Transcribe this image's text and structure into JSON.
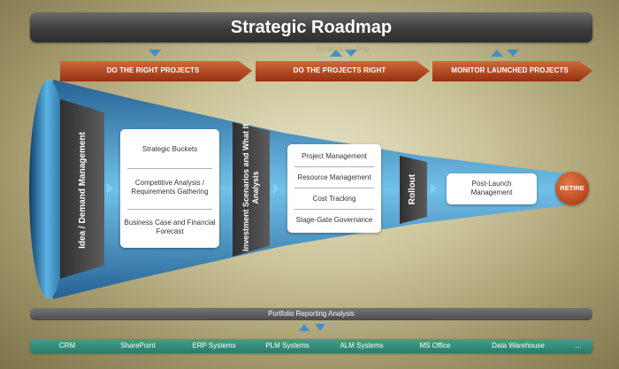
{
  "title": "Strategic Roadmap",
  "watermark": "Rectangular Snip",
  "phases": [
    "DO THE RIGHT PROJECTS",
    "DO THE  PROJECTS RIGHT",
    "MONITOR LAUNCHED PROJECTS"
  ],
  "stages": {
    "idea": "Idea / Demand Management",
    "investment": "Investment Scenarios and What If Analysis",
    "rollout": "Rollout"
  },
  "card1": [
    "Strategic Buckets",
    "Competitive Analysis / Requirements Gathering",
    "Business Case and Financial Forecast"
  ],
  "card2": [
    "Project Management",
    "Resource Management",
    "Cost Tracking",
    "Stage-Gate Governance"
  ],
  "card3": "Post-Launch Management",
  "retire": "RETIRE",
  "reporting": "Portfolio Reporting Analysis",
  "systems": [
    "CRM",
    "SharePoint",
    "ERP Systems",
    "PLM Systems",
    "ALM Systems",
    "MS Office",
    "Data Warehouse",
    "..."
  ],
  "colors": {
    "title_bar": "#3d3d3d",
    "phase_arrow": "#b24a22",
    "funnel_blue": "#3f8fc8",
    "trapezoid": "#4a4a4a",
    "retire": "#b8461c",
    "systems_bar": "#2b7a6b",
    "marker": "#3f8fc8"
  }
}
